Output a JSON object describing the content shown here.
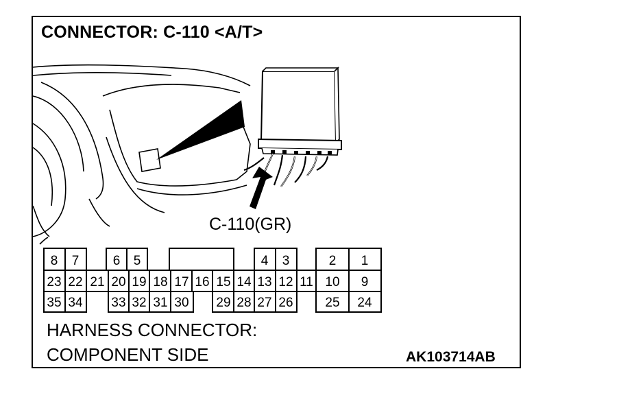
{
  "title": "CONNECTOR: C-110 <A/T>",
  "connector_label": "C-110(GR)",
  "harness_line1": "HARNESS CONNECTOR:",
  "harness_line2": "COMPONENT SIDE",
  "figure_code": "AK103714AB",
  "pins": {
    "row1": [
      "8",
      "7",
      "6",
      "5",
      "4",
      "3",
      "2",
      "1"
    ],
    "row2": [
      "23",
      "22",
      "21",
      "20",
      "19",
      "18",
      "17",
      "16",
      "15",
      "14",
      "13",
      "12",
      "11",
      "10",
      "9"
    ],
    "row3": [
      "35",
      "34",
      "33",
      "32",
      "31",
      "30",
      "29",
      "28",
      "27",
      "26",
      "25",
      "24"
    ]
  }
}
